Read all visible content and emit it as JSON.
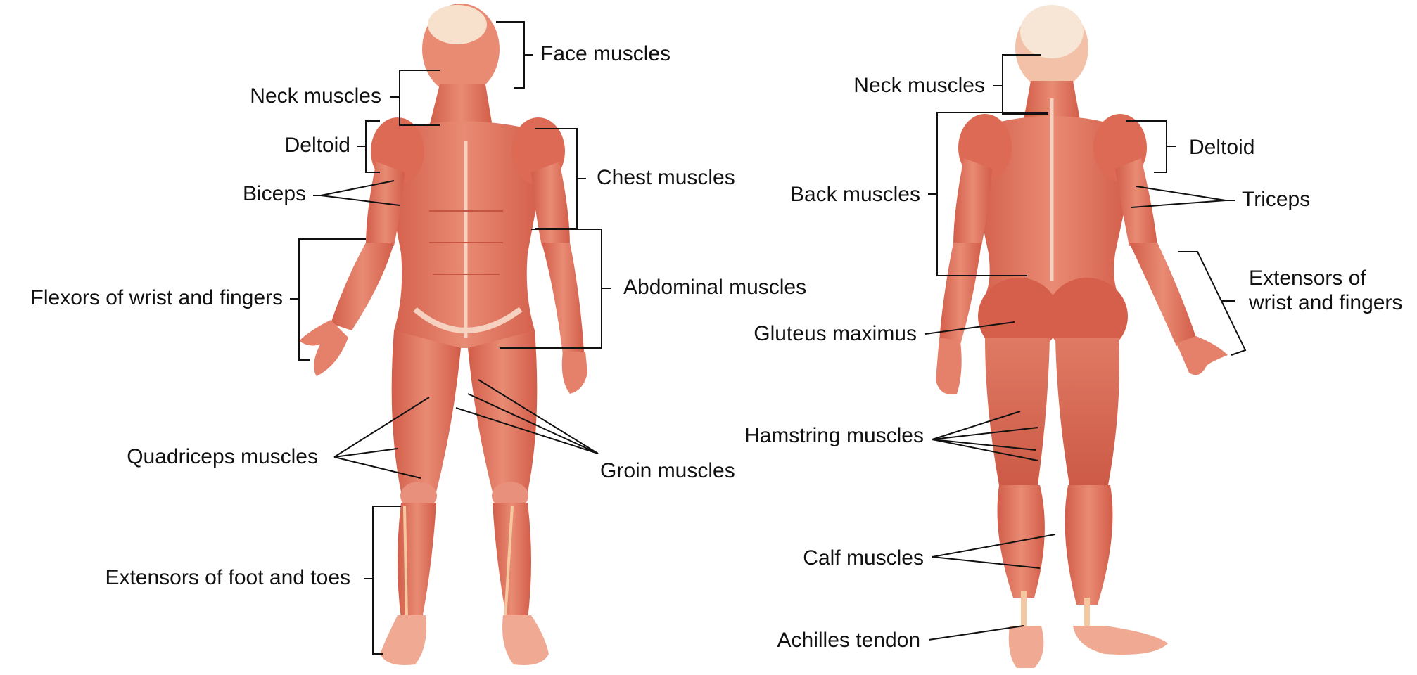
{
  "colors": {
    "skin_light": "#f4b39c",
    "muscle_base": "#e0715e",
    "muscle_dark": "#c9513f",
    "muscle_line": "#b44636",
    "tendon": "#f8e2c8",
    "bone_head": "#f7e6d5",
    "leader_line": "#111111"
  },
  "anterior_view": {
    "figure_name": "anterior-muscular-figure",
    "labels": {
      "face_muscles": "Face muscles",
      "neck_muscles": "Neck muscles",
      "deltoid": "Deltoid",
      "chest_muscles": "Chest muscles",
      "biceps": "Biceps",
      "flexors_wrist_fingers": "Flexors of wrist and fingers",
      "abdominal_muscles": "Abdominal muscles",
      "quadriceps_muscles": "Quadriceps muscles",
      "groin_muscles": "Groin muscles",
      "extensors_foot_toes": "Extensors of foot and toes"
    }
  },
  "posterior_view": {
    "figure_name": "posterior-muscular-figure",
    "labels": {
      "neck_muscles": "Neck muscles",
      "deltoid": "Deltoid",
      "back_muscles": "Back muscles",
      "triceps": "Triceps",
      "extensors_wrist_fingers": "Extensors of\nwrist and fingers",
      "gluteus_maximus": "Gluteus maximus",
      "hamstring_muscles": "Hamstring muscles",
      "calf_muscles": "Calf muscles",
      "achilles_tendon": "Achilles tendon"
    }
  }
}
